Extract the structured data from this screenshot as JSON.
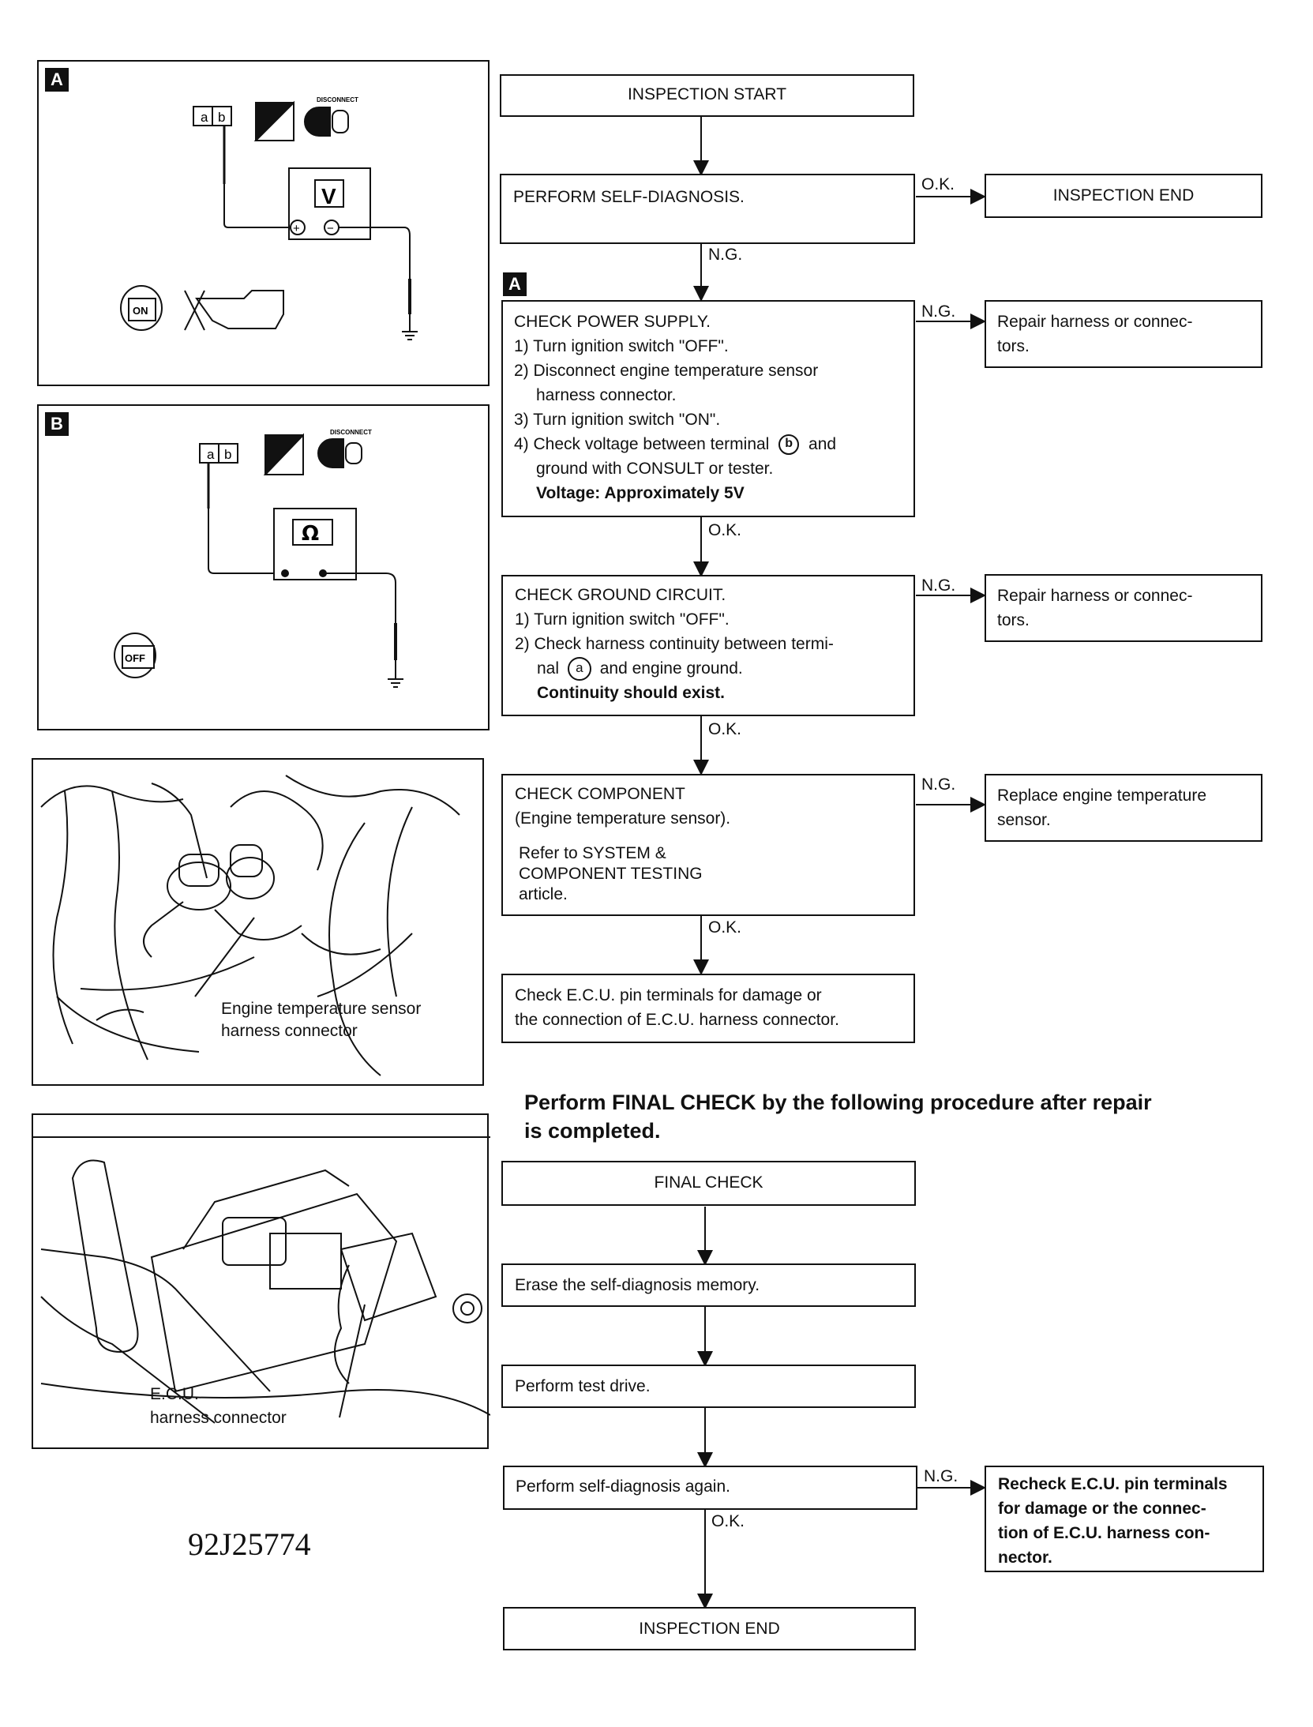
{
  "flow": {
    "inspection_start": "INSPECTION START",
    "self_diagnosis": "PERFORM SELF-DIAGNOSIS.",
    "inspection_end_top": "INSPECTION END",
    "marker_a": "A",
    "power_supply": {
      "title": "CHECK POWER SUPPLY.",
      "l1": "1) Turn ignition switch \"OFF\".",
      "l2a": "2) Disconnect engine temperature sensor",
      "l2b": "harness connector.",
      "l3": "3) Turn ignition switch \"ON\".",
      "l4a_pre": "4) Check voltage between terminal",
      "l4a_term": "b",
      "l4a_post": "and",
      "l4b": "ground with CONSULT or tester.",
      "l5": "Voltage: Approximately 5V"
    },
    "repair1": [
      "Repair harness or connec-",
      "tors."
    ],
    "ground_circuit": {
      "title": "CHECK GROUND CIRCUIT.",
      "l1": "1) Turn ignition switch \"OFF\".",
      "l2a": "2) Check harness continuity between termi-",
      "l2b_pre": "nal",
      "l2b_term": "a",
      "l2b_post": "and engine ground.",
      "l3": "Continuity should exist."
    },
    "repair2": [
      "Repair harness or connec-",
      "tors."
    ],
    "component": {
      "l1": "CHECK COMPONENT",
      "l2": "(Engine temperature sensor).",
      "l3": "Refer to SYSTEM &",
      "l4": "COMPONENT TESTING",
      "l5": "article."
    },
    "replace": [
      "Replace engine temperature",
      "sensor."
    ],
    "ecu_check": [
      "Check E.C.U. pin terminals for damage or",
      "the connection of E.C.U. harness connector."
    ],
    "final_heading": [
      "Perform FINAL CHECK by the following procedure after repair",
      "is completed."
    ],
    "final_check": "FINAL CHECK",
    "erase": "Erase the self-diagnosis memory.",
    "test_drive": "Perform test drive.",
    "self_diag_again": "Perform self-diagnosis again.",
    "recheck": [
      "Recheck E.C.U. pin terminals",
      "for damage or the connec-",
      "tion of E.C.U. harness con-",
      "nector."
    ],
    "inspection_end_bottom": "INSPECTION END",
    "ok": "O.K.",
    "ng": "N.G."
  },
  "panels": {
    "a_tag": "A",
    "b_tag": "B",
    "connector_a": "a",
    "connector_b": "b",
    "volt": "V",
    "ohm": "Ω",
    "plus": "+",
    "minus": "−",
    "disconnect": "DISCONNECT",
    "switch_on": "ON",
    "switch_off": "OFF",
    "engine_sensor_label": [
      "Engine temperature sensor",
      "harness connector"
    ],
    "ecu_label": [
      "E.C.U.",
      "harness connector"
    ]
  },
  "figure_id": "92J25774"
}
